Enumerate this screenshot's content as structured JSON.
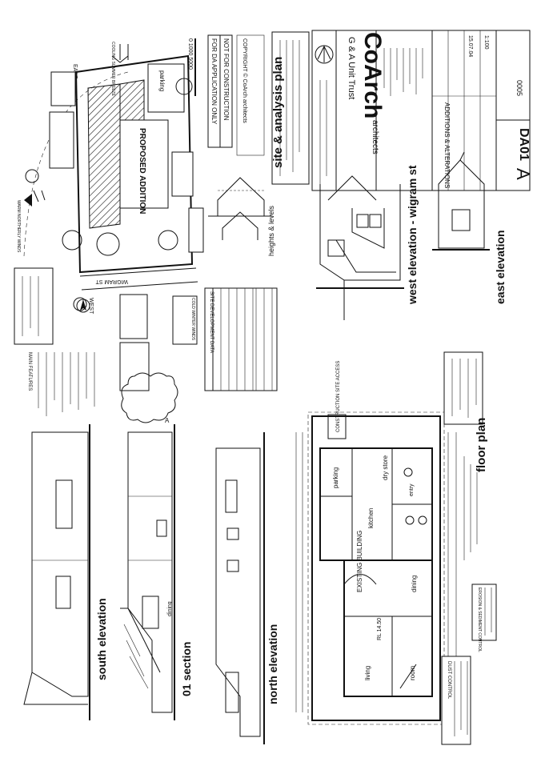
{
  "titleblock": {
    "firm": "CoArch",
    "firm_sub": "architects",
    "client": "G & A Unit Trust",
    "project": "ADDITIONS & ALTERATIONS",
    "drawing_no": "DA01",
    "revision": "A",
    "date": "15.07.04",
    "scale_note": "1:100",
    "job_no": "0005"
  },
  "stamps": {
    "da_only": "FOR DA APPLICATION ONLY",
    "not_construction": "NOT FOR CONSTRUCTION",
    "copyright": "COPYRIGHT © CoArch architects"
  },
  "titles": {
    "site_plan": "site & analysis plan",
    "west_elevation": "west elevation - wigram st",
    "east_elevation": "east elevation",
    "floor_plan": "floor plan",
    "south_elevation": "south elevation",
    "section": "01 section",
    "north_elevation": "north elevation",
    "heights": "heights & levels",
    "site_data": "SITE DEVELOPMENT DATA"
  },
  "site": {
    "street": "WIGRAM ST",
    "addition": "PROPOSED ADDITION",
    "parking": "parking",
    "east_tag": "EAST",
    "west_tag": "WEST",
    "north_winds": "WARM NORTHERLY WINDS",
    "cool_breeze": "COOLING SUMMER BREEZE",
    "cold_winds": "COLD WINTER WINDS"
  },
  "notes": {
    "main_features": "MAIN FEATURES",
    "dust_control": "DUST CONTROL",
    "erosion": "EROSION & SEDIMENT CONTROL",
    "construction_access": "CONSTRUCTION SITE ACCESS"
  },
  "rooms": {
    "parking": "parking",
    "kitchen": "kitchen",
    "dry_store": "dry store",
    "existing_building": "EXISTING BUILDING",
    "dining": "dining",
    "living": "living",
    "room": "room",
    "entry": "entry",
    "rl": "RL 14.50"
  },
  "labels": {
    "section_a": "A",
    "dining_tag": "dining",
    "scale_bar": "0  1000  5000"
  }
}
